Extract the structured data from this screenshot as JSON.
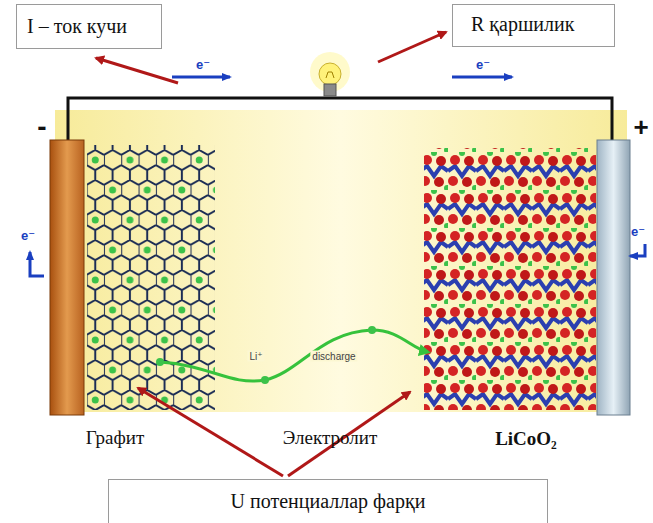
{
  "diagram": {
    "nodes": [
      {
        "text": [
          "I – ток кучи"
        ]
      },
      {
        "text": [
          "R қаршилик"
        ]
      },
      {
        "text": [
          "U потенциаллар фарқи"
        ]
      }
    ],
    "labels": [
      "-",
      "+",
      "e⁻",
      "e⁻",
      "e⁻",
      "e⁻",
      "Li⁺",
      "discharge",
      "Графит",
      "Электролит",
      "LiCoO₂"
    ]
  }
}
